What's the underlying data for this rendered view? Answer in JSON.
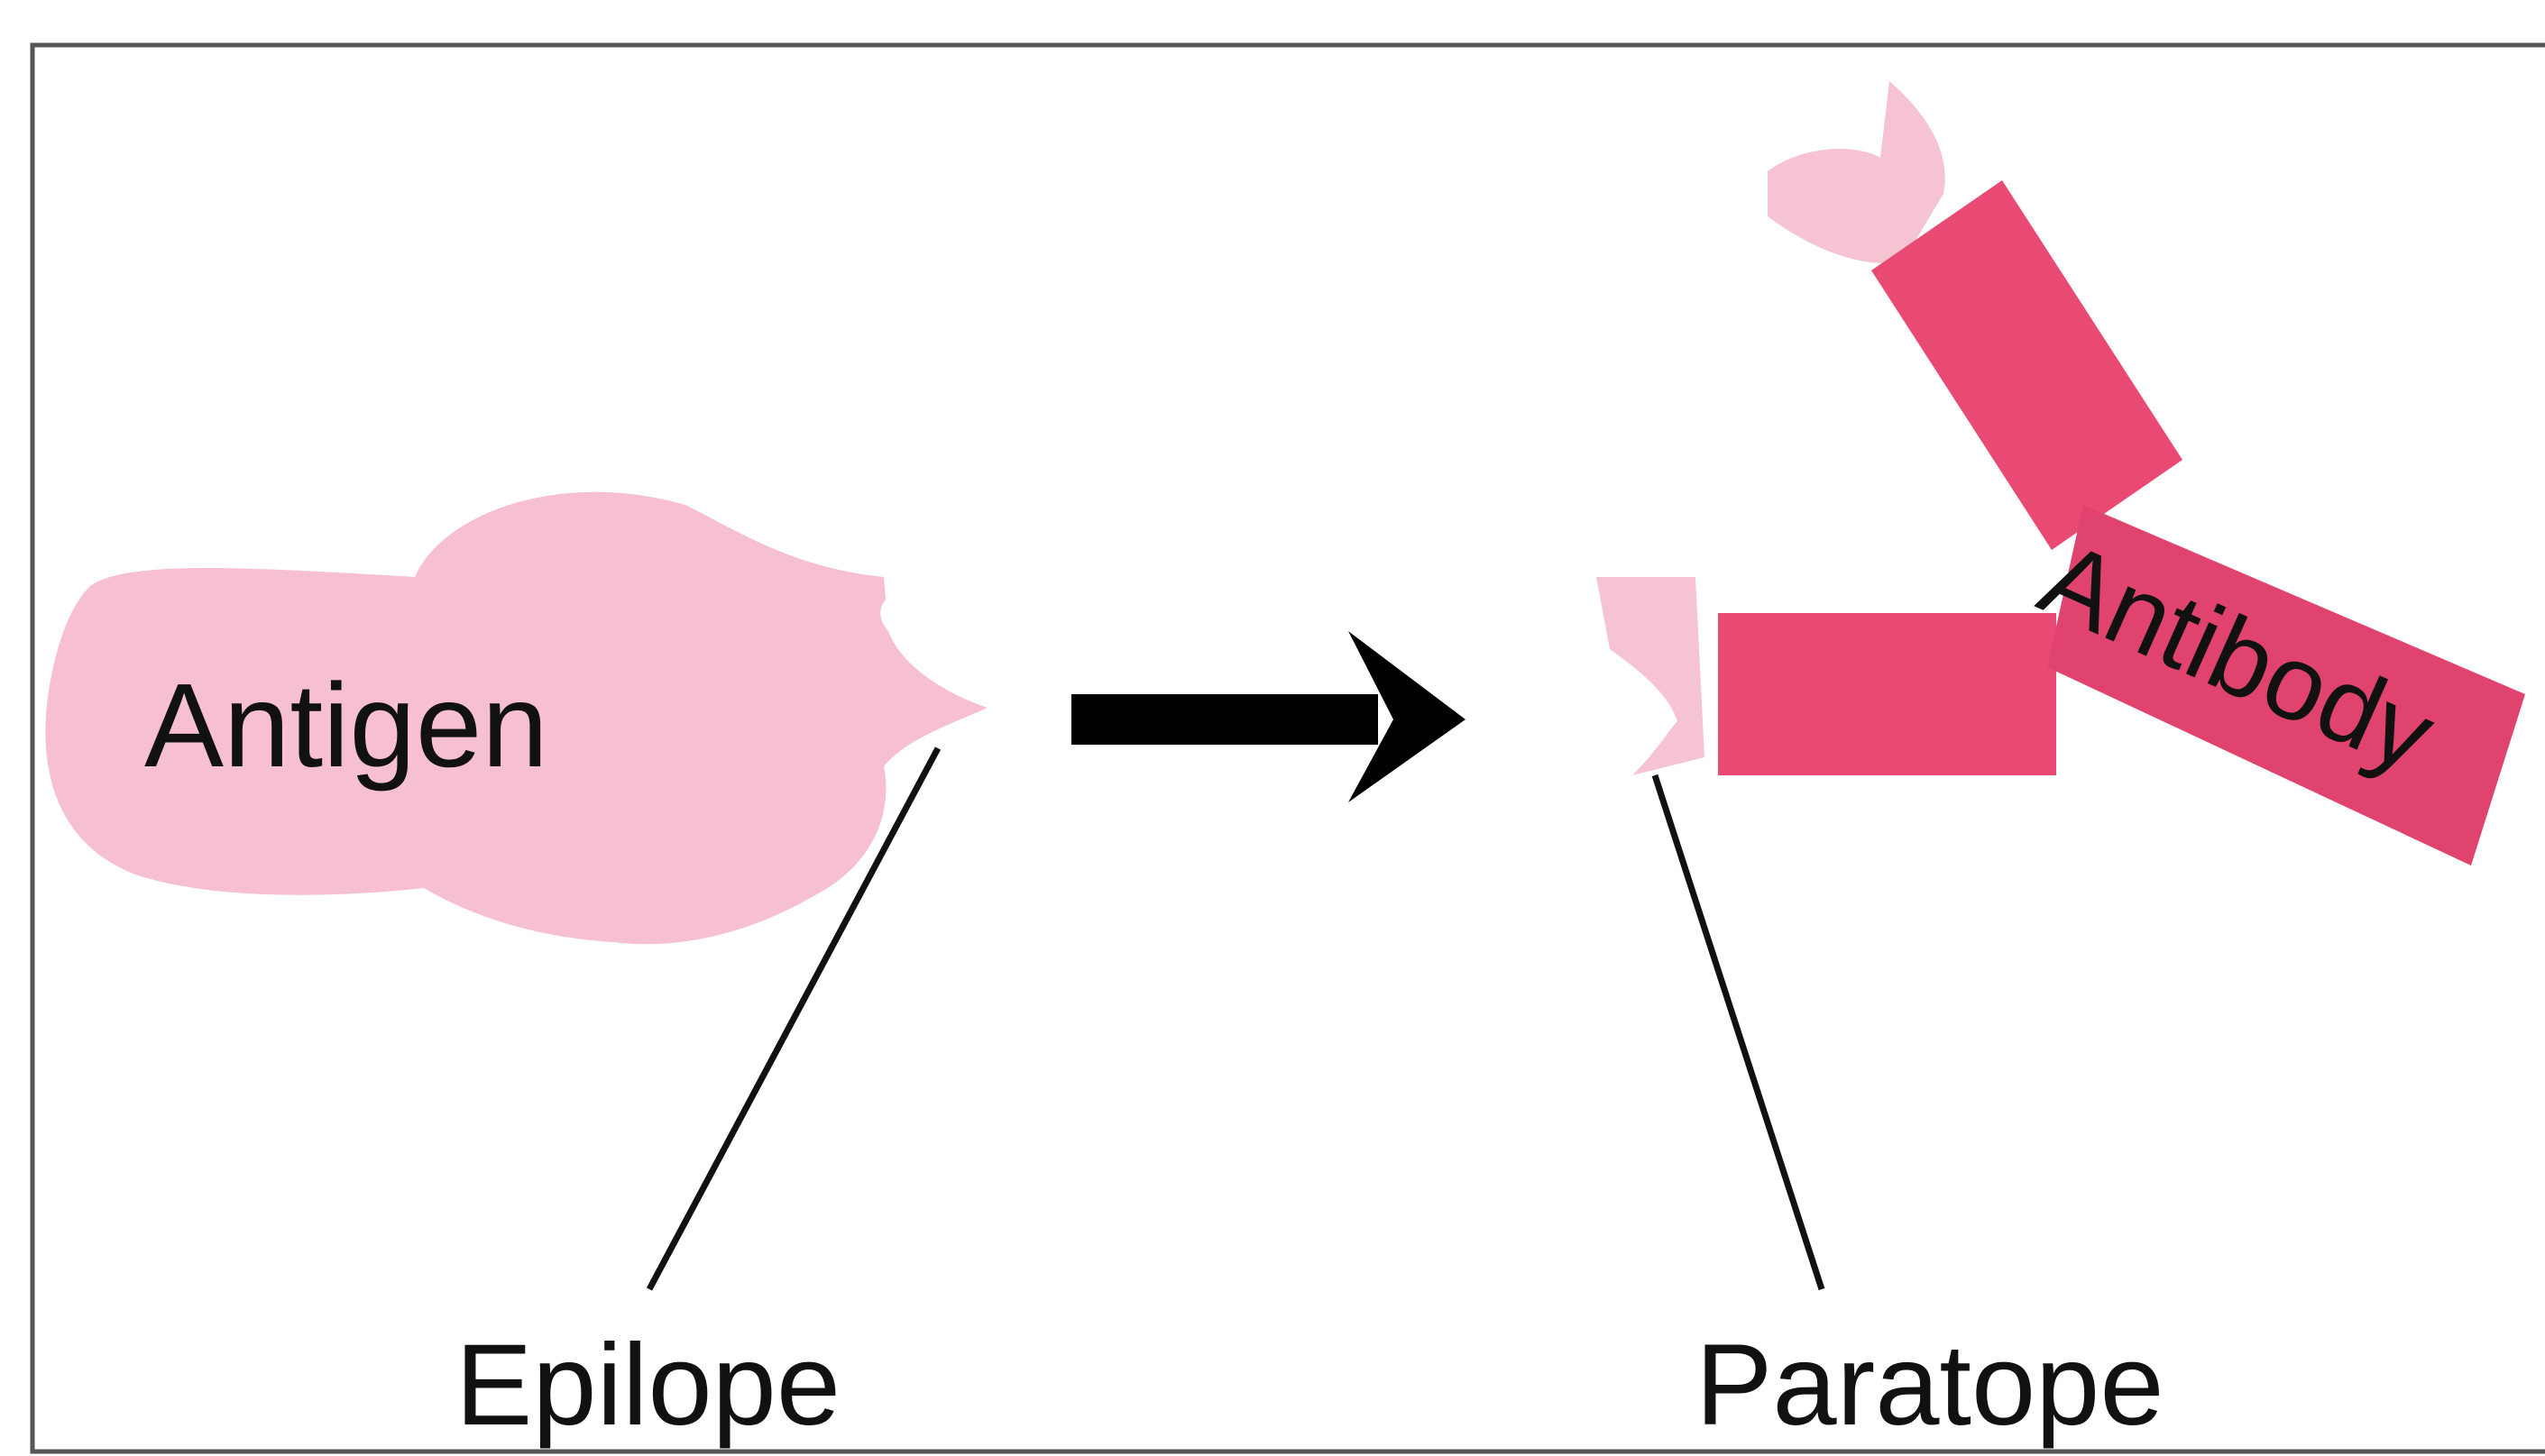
{
  "labels": {
    "antigen": "Antigen",
    "antibody": "Antibody",
    "epitope": "Epilope",
    "paratope": "Paratope"
  },
  "colors": {
    "antigen": "#f7bfd2",
    "antibody_dark": "#e84a73",
    "antibody_light": "#f6c3d3",
    "arrow": "#000000",
    "frame": "#555555",
    "leader_line": "#111111"
  },
  "icons": {
    "antigen": "antigen-blob-shape",
    "antibody": "y-shaped-antibody",
    "arrow": "right-arrow-icon"
  }
}
